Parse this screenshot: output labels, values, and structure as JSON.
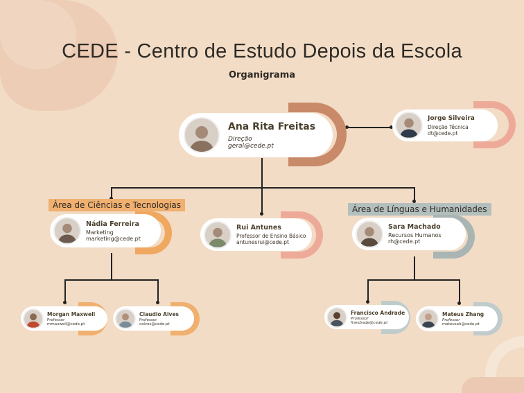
{
  "title": "CEDE - Centro de Estudo Depois da Escola",
  "subtitle": "Organigrama",
  "colors": {
    "background": "#f2dcc6",
    "orange": "#f0a860",
    "brown": "#c98a6a",
    "salmon": "#eeaa98",
    "gray": "#b8c4c3"
  },
  "areas": {
    "ciencias": "Área de Ciências e Tecnologias",
    "linguas": "Área de Línguas e Humanidades"
  },
  "people": {
    "ana": {
      "name": "Ana Rita Freitas",
      "role": "Direção",
      "email": "geral@cede.pt"
    },
    "jorge": {
      "name": "Jorge Silveira",
      "role": "Direção Técnica",
      "email": "dt@cede.pt"
    },
    "nadia": {
      "name": "Nádia Ferreira",
      "role": "Marketing",
      "email": "marketing@cede.pt"
    },
    "rui": {
      "name": "Rui Antunes",
      "role": "Professor de Ensino Básico",
      "email": "antunesrui@cede.pt"
    },
    "sara": {
      "name": "Sara Machado",
      "role": "Recursos Humanos",
      "email": "rh@cede.pt"
    },
    "morgan": {
      "name": "Morgan Maxwell",
      "role": "Professor",
      "email": "mmaxwell@cede.pt"
    },
    "claudio": {
      "name": "Claudio Alves",
      "role": "Professor",
      "email": "calves@cede.pt"
    },
    "francisco": {
      "name": "Francisco Andrade",
      "role": "Professor",
      "email": "frandrade@cede.pt"
    },
    "mateus": {
      "name": "Mateus Zhang",
      "role": "Professor",
      "email": "mateusah@cede.pt"
    }
  }
}
